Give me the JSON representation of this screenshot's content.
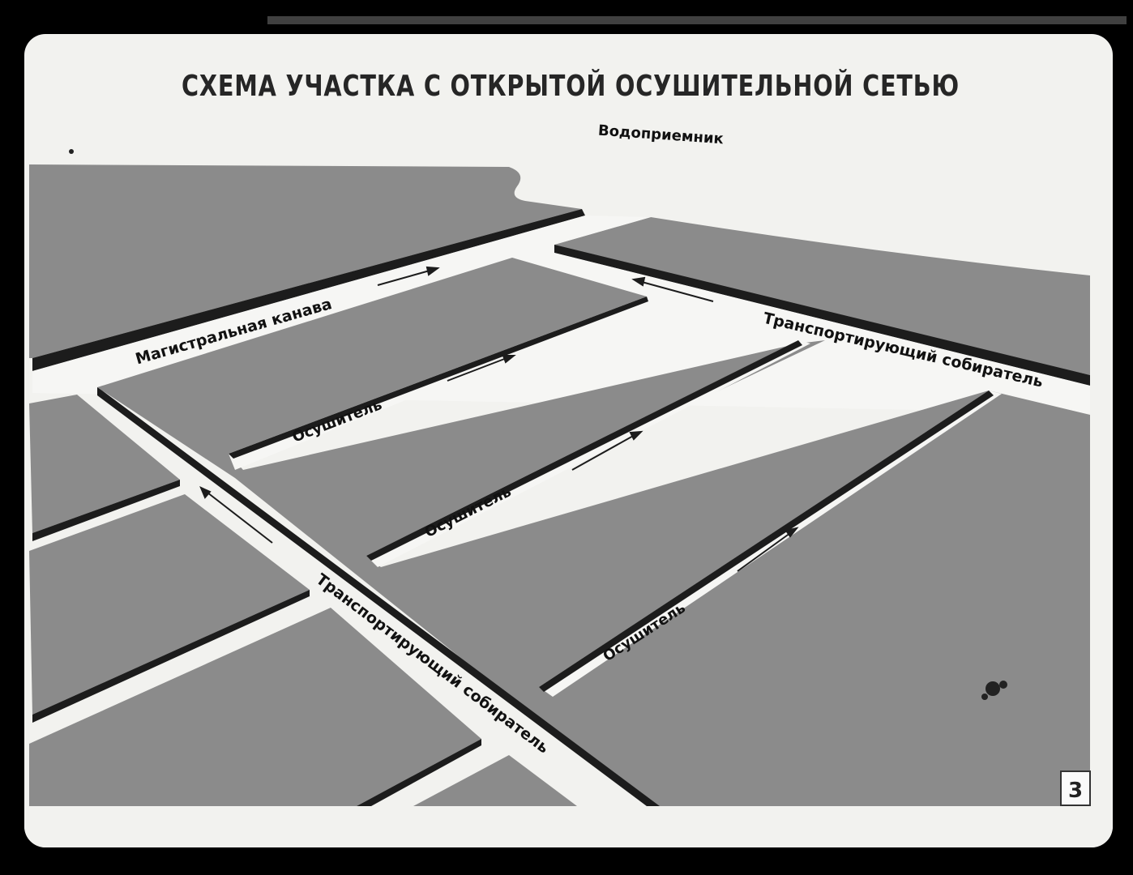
{
  "slide": {
    "title": "СХЕМА УЧАСТКА С ОТКРЫТОЙ ОСУШИТЕЛЬНОЙ СЕТЬЮ",
    "number": "3"
  },
  "labels": {
    "receiver": "Водоприемник",
    "main_ditch": "Магистральная канава",
    "collector_right": "Транспортирующий собиратель",
    "collector_left": "Транспортирующий собиратель",
    "drain_1": "Осушитель",
    "drain_2": "Осушитель",
    "drain_3": "Осушитель"
  },
  "colors": {
    "field": "#8b8b8b",
    "channel": "#f6f6f4",
    "shadow": "#1c1c1c",
    "paper": "#f2f2ef",
    "frame": "#000000"
  }
}
